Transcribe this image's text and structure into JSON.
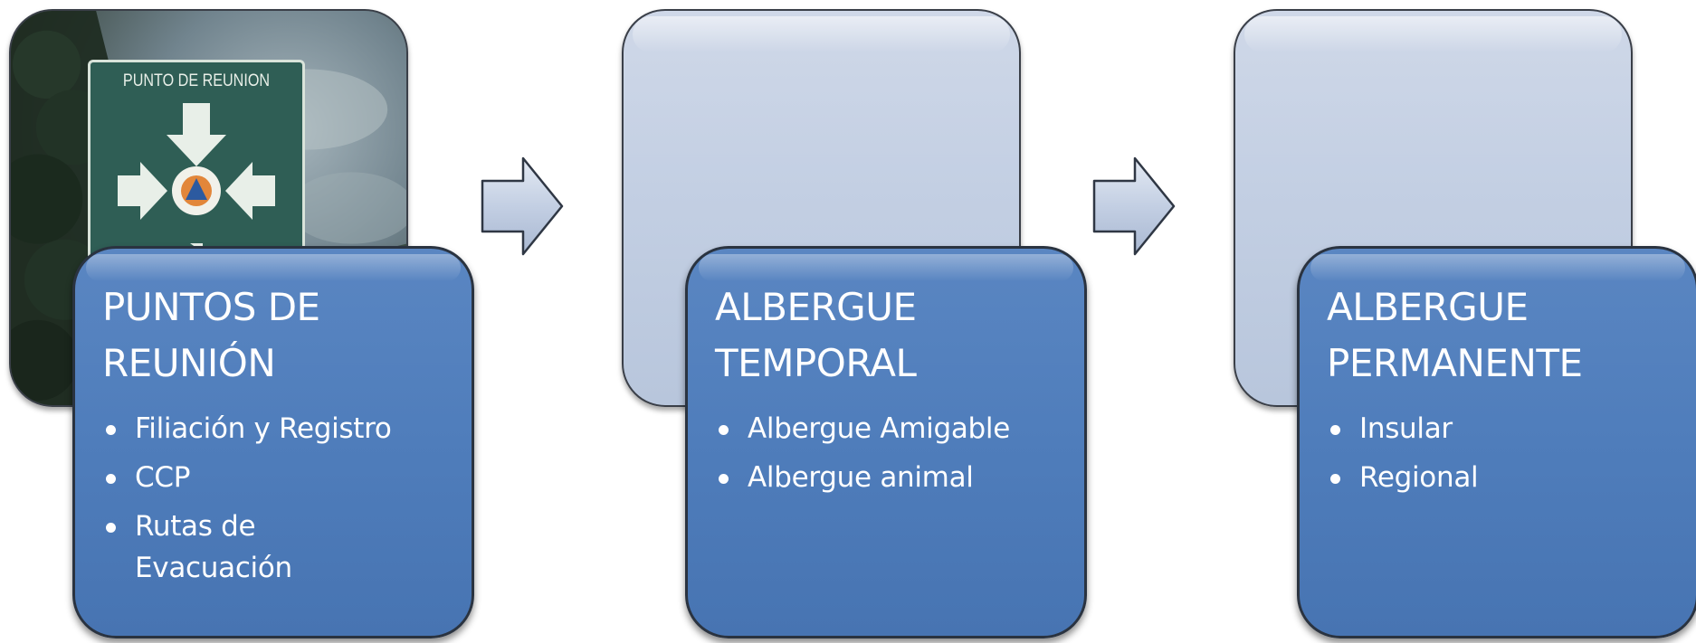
{
  "diagram": {
    "steps": [
      {
        "title": "PUNTOS DE\nREUNIÓN",
        "bullets": [
          "Filiación y Registro",
          "CCP",
          "Rutas de Evacuación"
        ],
        "has_photo": true,
        "photo_sign_text": "PUNTO DE REUNION"
      },
      {
        "title": "ALBERGUE\nTEMPORAL",
        "bullets": [
          "Albergue Amigable",
          "Albergue animal"
        ],
        "has_photo": false
      },
      {
        "title": "ALBERGUE\nPERMANENTE",
        "bullets": [
          "Insular",
          "Regional"
        ],
        "has_photo": false
      }
    ],
    "colors": {
      "front_card": "#4f7dbb",
      "back_card": "#c3cfe3",
      "arrow_fill": "#c3cfe3",
      "sign_green": "#2f5e55"
    }
  }
}
